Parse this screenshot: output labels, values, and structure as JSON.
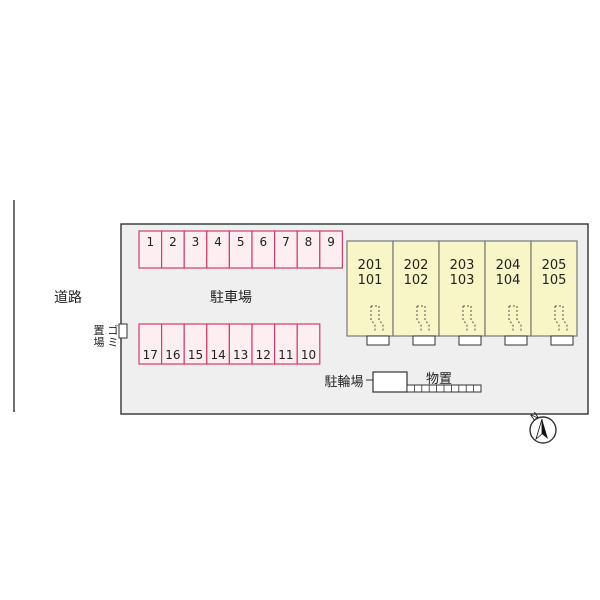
{
  "road_label": "道路",
  "garbage_label": "ゴミ置場",
  "parking_label": "駐車場",
  "bicycle_label": "駐輪場",
  "storage_label": "物置",
  "parking_top": [
    "1",
    "2",
    "3",
    "4",
    "5",
    "6",
    "7",
    "8",
    "9"
  ],
  "parking_bottom": [
    "17",
    "16",
    "15",
    "14",
    "13",
    "12",
    "11",
    "10"
  ],
  "units": [
    {
      "upper": "201",
      "lower": "101"
    },
    {
      "upper": "202",
      "lower": "102"
    },
    {
      "upper": "203",
      "lower": "103"
    },
    {
      "upper": "204",
      "lower": "104"
    },
    {
      "upper": "205",
      "lower": "105"
    }
  ],
  "compass_label": "N",
  "colors": {
    "site": "#efefef",
    "parking_fill": "#fdeef2",
    "parking_stroke": "#d43a6a",
    "building_fill": "#f8f5c6",
    "building_stroke": "#777777"
  }
}
